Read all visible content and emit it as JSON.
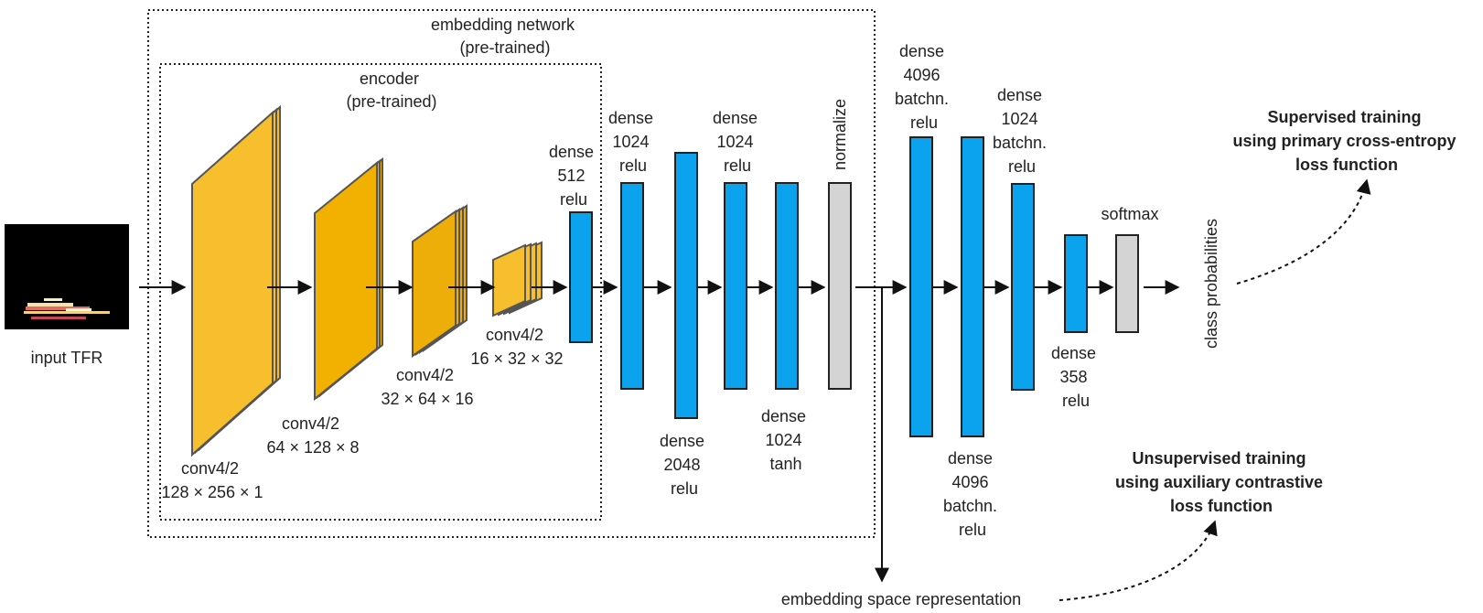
{
  "colors": {
    "conv": "#F7BF2E",
    "conv_edge": "#555555",
    "dense": "#0BA3EE",
    "gray": "#D4D4D4",
    "stroke": "#222222"
  },
  "frames": {
    "embedding_title": [
      "embedding network",
      "(pre-trained)"
    ],
    "encoder_title": [
      "encoder",
      "(pre-trained)"
    ]
  },
  "input": {
    "label": "input TFR"
  },
  "conv_layers": [
    {
      "lines": [
        "conv4/2",
        "128 × 256 × 1"
      ]
    },
    {
      "lines": [
        "conv4/2",
        "64 × 128 × 8"
      ]
    },
    {
      "lines": [
        "conv4/2",
        "32 × 64 × 16"
      ]
    },
    {
      "lines": [
        "conv4/2",
        "16 × 32 × 32"
      ]
    }
  ],
  "dense_layers": [
    {
      "lines": [
        "dense",
        "512",
        "relu"
      ]
    },
    {
      "lines": [
        "dense",
        "1024",
        "relu"
      ]
    },
    {
      "lines": [
        "dense",
        "2048",
        "relu"
      ]
    },
    {
      "lines": [
        "dense",
        "1024",
        "relu"
      ]
    },
    {
      "lines": [
        "dense",
        "1024",
        "tanh"
      ]
    },
    {
      "lines": [
        "normalize"
      ]
    },
    {
      "lines": [
        "dense",
        "4096",
        "batchn.",
        "relu"
      ]
    },
    {
      "lines": [
        "dense",
        "4096",
        "batchn.",
        "relu"
      ]
    },
    {
      "lines": [
        "dense",
        "1024",
        "batchn.",
        "relu"
      ]
    },
    {
      "lines": [
        "dense",
        "358",
        "relu"
      ]
    },
    {
      "lines": [
        "softmax"
      ]
    }
  ],
  "outputs": {
    "class_probabilities": "class probabilities",
    "embedding_space": "embedding space representation",
    "supervised": [
      "Supervised training",
      "using primary cross-entropy",
      "loss function"
    ],
    "unsupervised": [
      "Unsupervised training",
      "using auxiliary contrastive",
      "loss function"
    ]
  }
}
